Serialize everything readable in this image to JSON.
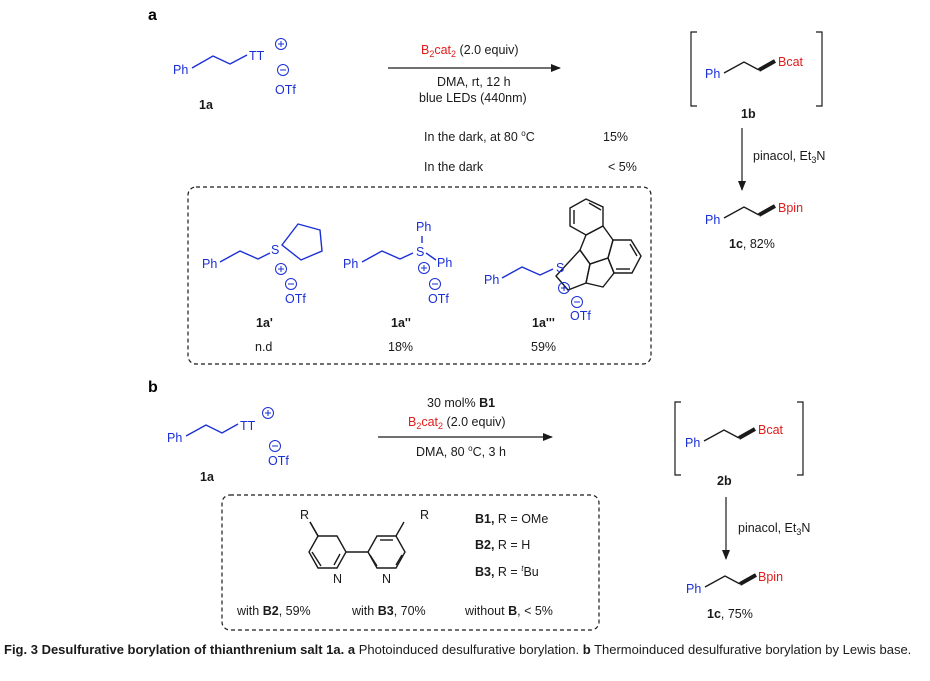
{
  "panel_a": {
    "label": "a",
    "sm": {
      "ph": "Ph",
      "tt": "TT",
      "otf": "OTf",
      "id": "1a"
    },
    "reagent_pre": "B",
    "reagent_sub1": "2",
    "reagent_mid": "cat",
    "reagent_sub2": "2",
    "reagent_equiv": " (2.0 equiv)",
    "cond1": "DMA, rt, 12 h",
    "cond2": "blue LEDs (440nm)",
    "intermediate": {
      "ph": "Ph",
      "b": "Bcat",
      "id": "1b"
    },
    "controls": [
      {
        "label": "In the dark, at 80 ",
        "deg": "o",
        "unit": "C",
        "value": "15%"
      },
      {
        "label": "In the dark",
        "value": "< 5%"
      }
    ],
    "step2_pre": "pinacol, Et",
    "step2_sub": "3",
    "step2_post": "N",
    "product": {
      "ph": "Ph",
      "b": "Bpin",
      "id": "1c",
      "yield": ", 82%"
    },
    "box": [
      {
        "ph": "Ph",
        "s": "S",
        "otf": "OTf",
        "id": "1a'",
        "value": "n.d"
      },
      {
        "ph": "Ph",
        "s": "S",
        "ph2": "Ph",
        "ph3": "Ph",
        "otf": "OTf",
        "id": "1a''",
        "value": "18%"
      },
      {
        "ph": "Ph",
        "s": "S",
        "otf": "OTf",
        "id": "1a'''",
        "value": "59%"
      }
    ]
  },
  "panel_b": {
    "label": "b",
    "sm": {
      "ph": "Ph",
      "tt": "TT",
      "otf": "OTf",
      "id": "1a"
    },
    "cat_pre": "30 mol% ",
    "cat_bold": "B1",
    "reagent_pre": "B",
    "reagent_sub1": "2",
    "reagent_mid": "cat",
    "reagent_sub2": "2",
    "reagent_equiv": " (2.0 equiv)",
    "cond_pre": "DMA, 80 ",
    "cond_deg": "o",
    "cond_post": "C, 3 h",
    "intermediate": {
      "ph": "Ph",
      "b": "Bcat",
      "id": "2b"
    },
    "step2_pre": "pinacol, Et",
    "step2_sub": "3",
    "step2_post": "N",
    "product": {
      "ph": "Ph",
      "b": "Bpin",
      "id": "1c",
      "yield": ", 75%"
    },
    "bipy": {
      "r1": "R",
      "r2": "R",
      "n1": "N",
      "n2": "N"
    },
    "catalysts": [
      {
        "bold": "B1,",
        "rest": " R = OMe"
      },
      {
        "bold": "B2,",
        "rest": " R = H"
      },
      {
        "bold": "B3,",
        "rest": " R = ",
        "sup": "t",
        "tail": "Bu"
      }
    ],
    "results": [
      {
        "pre": "with ",
        "bold": "B2",
        "post": ", 59%"
      },
      {
        "pre": "with ",
        "bold": "B3",
        "post": ", 70%"
      },
      {
        "pre": "without ",
        "bold": "B",
        "post": ", < 5%"
      }
    ]
  },
  "caption": {
    "fig": "Fig. 3",
    "title": " Desulfurative borylation of thianthrenium salt 1a.",
    "a": " a",
    "a_text": " Photoinduced desulfurative borylation.",
    "b": " b",
    "b_text": " Thermoinduced desulfurative borylation by Lewis base."
  },
  "colors": {
    "atom_blue": "#1a2fd6",
    "boron_red": "#e21b1b"
  }
}
